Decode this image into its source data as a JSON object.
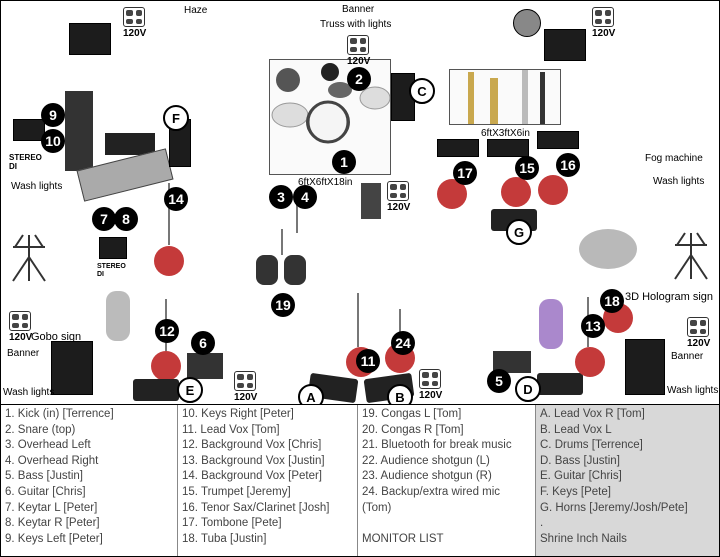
{
  "labels": {
    "haze": "Haze",
    "banner_top": "Banner",
    "truss": "Truss with lights",
    "drum_riser": "6ftX6ftX18in",
    "horn_riser": "6ftX3ftX6in",
    "stereo_di": "STEREO DI",
    "wash_lights": "Wash lights",
    "fog_machine": "Fog machine",
    "gobo": "Gobo sign",
    "banner": "Banner",
    "hologram": "3D Hologram sign"
  },
  "outlet_voltage": "120V",
  "badges": {
    "b1": "1",
    "b2": "2",
    "b3": "3",
    "b4": "4",
    "b5": "5",
    "b6": "6",
    "b7": "7",
    "b8": "8",
    "b9": "9",
    "b10": "10",
    "b11": "11",
    "b12": "12",
    "b13": "13",
    "b14": "14",
    "b15": "15",
    "b16": "16",
    "b17": "17",
    "b18": "18",
    "b19": "19",
    "b24": "24"
  },
  "letters": {
    "A": "A",
    "B": "B",
    "C": "C",
    "D": "D",
    "E": "E",
    "F": "F",
    "G": "G"
  },
  "legend": {
    "col1": [
      "1.  Kick (in)  [Terrence]",
      "2.  Snare (top)",
      "3.  Overhead Left",
      "4.  Overhead Right",
      "5.  Bass  [Justin]",
      "6.  Guitar  [Chris]",
      "7.  Keytar L [Peter]",
      "8.  Keytar R [Peter]",
      "9.  Keys Left [Peter]"
    ],
    "col2": [
      "10. Keys Right [Peter]",
      "11.  Lead Vox [Tom]",
      "12.  Background Vox [Chris]",
      "13.  Background Vox [Justin]",
      "14.  Background Vox [Peter]",
      "15.  Trumpet [Jeremy]",
      "16.  Tenor Sax/Clarinet [Josh]",
      "17.  Tombone [Pete]",
      "18.  Tuba [Justin]"
    ],
    "col3": [
      "19.  Congas L [Tom]",
      "20.  Congas R [Tom]",
      "21.  Bluetooth for break music",
      "22.  Audience shotgun (L)",
      "23.  Audience shotgun (R)",
      "24.  Backup/extra wired mic",
      "(Tom)",
      "",
      "MONITOR LIST"
    ],
    "col4": [
      "A.  Lead Vox R [Tom]",
      "B.  Lead Vox L",
      "C.  Drums [Terrence]",
      "D.  Bass [Justin]",
      "E.  Guitar [Chris]",
      "F.  Keys [Pete]",
      "G.  Horns [Jeremy/Josh/Pete]",
      ".",
      "Shrine Inch Nails"
    ]
  }
}
